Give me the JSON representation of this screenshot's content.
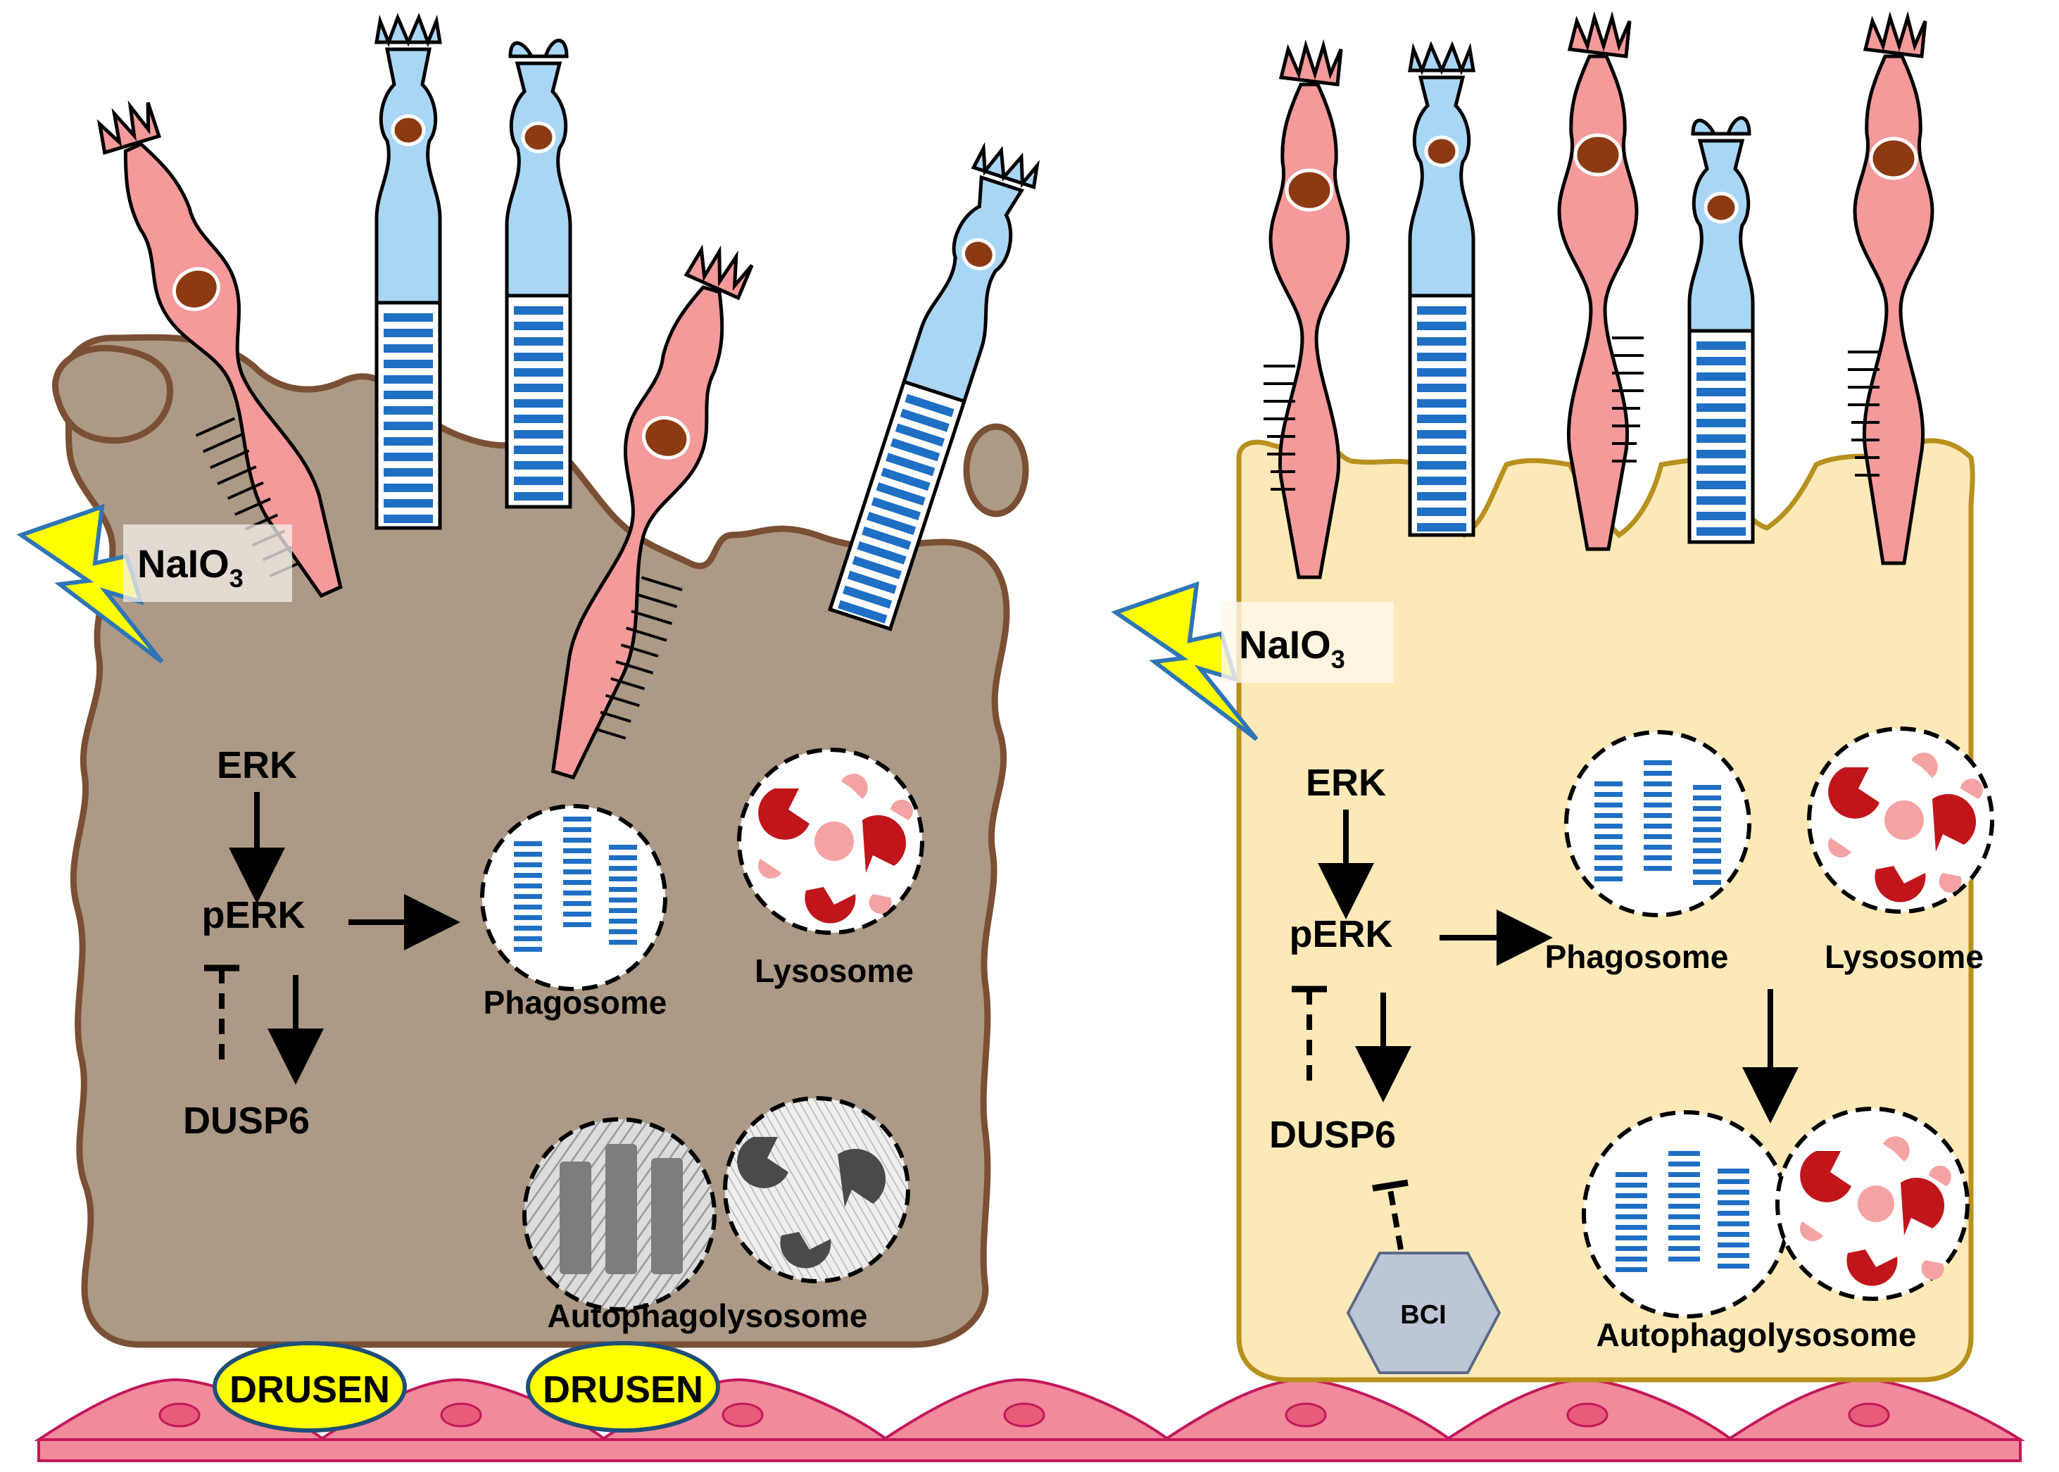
{
  "left_panel": {
    "stress_label": "NaIO",
    "stress_subscript": "3",
    "pathway": {
      "erk": "ERK",
      "perk": "pERK",
      "dusp6": "DUSP6"
    },
    "phagosome_label": "Phagosome",
    "lysosome_label": "Lysosome",
    "autophagolysosome_label": "Autophagolysosome",
    "drusen_labels": [
      "DRUSEN",
      "DRUSEN"
    ]
  },
  "right_panel": {
    "stress_label": "NaIO",
    "stress_subscript": "3",
    "pathway": {
      "erk": "ERK",
      "perk": "pERK",
      "dusp6": "DUSP6"
    },
    "phagosome_label": "Phagosome",
    "lysosome_label": "Lysosome",
    "autophagolysosome_label": "Autophagolysosome",
    "inhibitor_label": "BCI"
  },
  "colors": {
    "degenerated_cell_fill": "#ac9a86",
    "degenerated_cell_border": "#7a4f33",
    "healthy_cell_fill": "#fde9b8",
    "healthy_cell_border": "#b8901d",
    "rod_fill": "#a9d6f5",
    "rod_stack": "#1f6fc4",
    "cone_fill": "#f49a9a",
    "nucleus": "#8b3a12",
    "lightning": "#ffff00",
    "lightning_border": "#2e75b6",
    "drusen_fill": "#ffff00",
    "drusen_border": "#1f4e79",
    "choroid_cell": "#f18a9b",
    "lysosome_enzyme": "#c0151b",
    "lysosome_fragment": "#f4a3a3",
    "inhibitor_fill": "#bcc6d6"
  }
}
